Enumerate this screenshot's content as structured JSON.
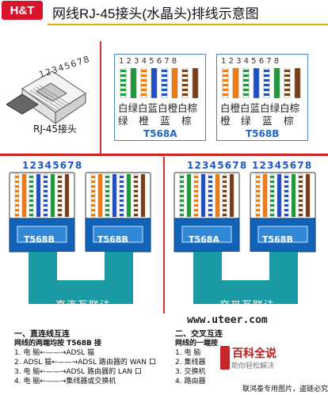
{
  "header": {
    "logo": "H&T",
    "title": "网线RJ-45接头(水晶头)排线示意图"
  },
  "jack": {
    "pins": "12345678",
    "label": "RJ-45接头"
  },
  "t568a": {
    "name": "T568A",
    "numbers": "1 2 3 4 5 6 7 8",
    "row1": [
      "白",
      "绿",
      "白",
      "蓝",
      "白",
      "橙",
      "白",
      "棕"
    ],
    "row2": [
      "绿",
      "",
      "橙",
      "",
      "蓝",
      "",
      "棕",
      ""
    ],
    "colors": [
      "#ffffff",
      "#1e9a3a",
      "#ffffff",
      "#1f4fc4",
      "#ffffff",
      "#f07b10",
      "#ffffff",
      "#7a3e17"
    ],
    "stripe": [
      "#1e9a3a",
      "",
      "#f07b10",
      "",
      "#1f4fc4",
      "",
      "#7a3e17",
      ""
    ]
  },
  "t568b": {
    "name": "T568B",
    "numbers": "1 2 3 4 5 6 7 8",
    "row1": [
      "白",
      "橙",
      "白",
      "蓝",
      "白",
      "绿",
      "白",
      "棕"
    ],
    "row2": [
      "橙",
      "",
      "绿",
      "",
      "蓝",
      "",
      "棕",
      ""
    ],
    "colors": [
      "#ffffff",
      "#f07b10",
      "#ffffff",
      "#1f4fc4",
      "#ffffff",
      "#1e9a3a",
      "#ffffff",
      "#7a3e17"
    ],
    "stripe": [
      "#f07b10",
      "",
      "#1e9a3a",
      "",
      "#1f4fc4",
      "",
      "#7a3e17",
      ""
    ]
  },
  "straight": {
    "pins": "12345678",
    "plugA": "T568B",
    "plugB": "T568B",
    "cable": "直连互联法"
  },
  "cross": {
    "pinsA": "12345678",
    "pinsB": "12345678",
    "plugA": "T568A",
    "plugB": "T568B",
    "cable": "交叉互联法"
  },
  "site": "www.uteer.com",
  "notes_left": {
    "title": "一、直连线互连",
    "sub": "网线的两端均按 T568B 接",
    "lines": [
      "1. 电   脑←——→ADSL 猫",
      "2. ADSL 猫←——→ADSL 路由器的 WAN 口",
      "3. 电   脑←——→ADSL 路由器的 LAN 口",
      "4. 电   脑←——→集线器或交换机"
    ]
  },
  "notes_right": {
    "title": "二、交叉互连",
    "sub": "网线的一端按",
    "lines": [
      "1. 电   脑",
      "2. 集线器",
      "3. 交换机",
      "4. 路由器"
    ]
  },
  "watermark": {
    "title": "百科全说",
    "sub": "助你轻松解决"
  },
  "footer": "联鸿泰专用图片，盗链必究!",
  "colors": {
    "accent": "#1b55c7",
    "plug": "#1262b8",
    "cable": "#1a9aa2",
    "divider": "#cc2222"
  }
}
